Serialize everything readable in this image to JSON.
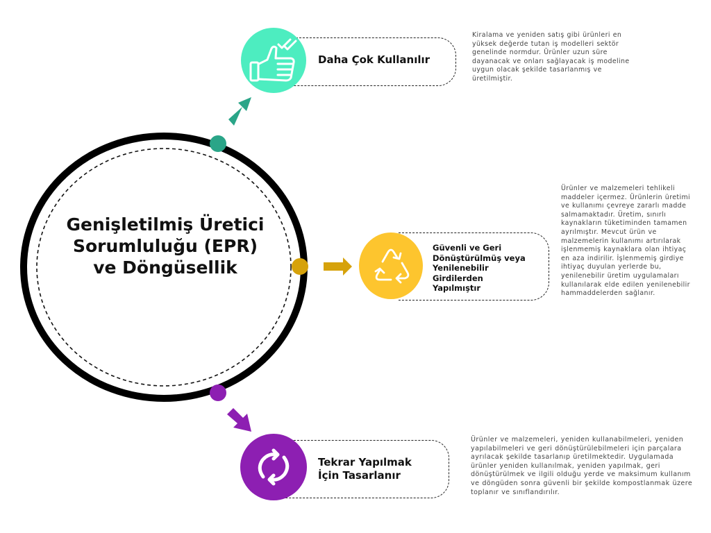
{
  "title": "Genişletilmiş Üretici Sorumluluğu (EPR) ve Döngüsellik",
  "items": [
    {
      "label": "Daha Çok Kullanılır",
      "description": "Kiralama ve yeniden satış gibi ürünleri en yüksek değerde tutan iş modelleri sektör genelinde normdur. Ürünler uzun süre dayanacak ve onları sağlayacak iş modeline uygun olacak şekilde tasarlanmış ve üretilmiştir.",
      "icon": "thumbs-up-check-icon",
      "color": "#4dedc0",
      "dot_color": "#2aa588",
      "arrow_color": "#2aa588"
    },
    {
      "label": "Güvenli ve Geri Dönüştürülmüş veya Yenilenebilir Girdilerden Yapılmıştır",
      "description": "Ürünler ve malzemeleri tehlikeli maddeler içermez. Ürünlerin üretimi ve kullanımı çevreye zararlı madde salmamaktadır. Üretim, sınırlı kaynakların tüketiminden tamamen ayrılmıştır. Mevcut ürün ve malzemelerin kullanımı artırılarak işlenmemiş kaynaklara olan ihtiyaç en aza indirilir. İşlenmemiş girdiye ihtiyaç duyulan yerlerde bu, yenilenebilir üretim uygulamaları kullanılarak elde edilen yenilenebilir hammaddelerden sağlanır.",
      "icon": "recycle-icon",
      "color": "#fdc52e",
      "dot_color": "#d6a20b",
      "arrow_color": "#d6a20b"
    },
    {
      "label": "Tekrar Yapılmak İçin Tasarlanır",
      "description": "Ürünler ve malzemeleri, yeniden kullanabilmeleri, yeniden yapılabilmeleri ve geri dönüştürülebilmeleri için parçalara ayrılacak şekilde tasarlanıp üretilmektedir. Uygulamada ürünler yeniden kullanılmak, yeniden yapılmak, geri dönüştürülmek ve ilgili olduğu yerde ve maksimum kullanım ve döngüden sonra güvenli bir şekilde kompostlanmak üzere toplanır ve sınıflandırılır.",
      "icon": "refresh-arrows-icon",
      "color": "#8d1fb2",
      "dot_color": "#8d1fb2",
      "arrow_color": "#8d1fb2"
    }
  ]
}
